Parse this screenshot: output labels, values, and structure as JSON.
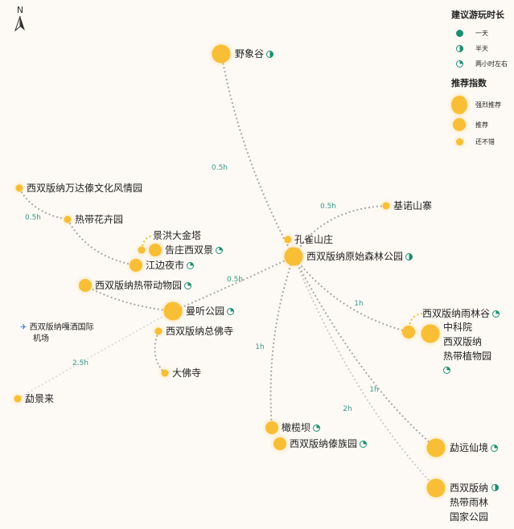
{
  "north": "N",
  "legend": {
    "duration_title": "建议游玩时长",
    "durations": [
      "一天",
      "半天",
      "两小时左右"
    ],
    "rating_title": "推荐指数",
    "ratings": [
      "强烈推荐",
      "推荐",
      "还不错"
    ]
  },
  "places": {
    "yexianggu": "野象谷",
    "wanda": "西双版纳万达傣文化风情园",
    "huahui": "热带花卉园",
    "jinta": "景洪大金塔",
    "gaozhuang": "告庄西双景",
    "jiangbian": "江边夜市",
    "dongwuyuan": "西双版纳热带动物园",
    "kongque": "孔雀山庄",
    "senlin": "西双版纳原始森林公园",
    "jinuo": "基诺山寨",
    "manting": "曼听公园",
    "zongfosi": "西双版纳总佛寺",
    "dafosi": "大佛寺",
    "mengjinglai": "勐景来",
    "airport_1": "西双版纳嘎洒国际",
    "airport_2": "机场",
    "yulingu": "西双版纳雨林谷",
    "zhiwuyuan_1": "中科院",
    "zhiwuyuan_2": "西双版纳",
    "zhiwuyuan_3": "热带植物园",
    "ganlanba": "橄榄坝",
    "daizuyuan": "西双版纳傣族园",
    "mengyuan": "勐远仙境",
    "guojia_1": "西双版纳",
    "guojia_2": "热带雨林",
    "guojia_3": "国家公园"
  },
  "times": {
    "yexianggu": "0.5h",
    "wanda": "0.5h",
    "manting": "0.5h",
    "jinuo": "0.5h",
    "zhiwuyuan": "1h",
    "ganlanba": "1h",
    "mengyuan": "1h",
    "guojia": "2h",
    "mengjinglai": "2.5h"
  },
  "colors": {
    "dot": "#f8be35",
    "edge": "#aaaaaa",
    "time": "#3a9a8a",
    "icon": "#1d8e6e"
  }
}
